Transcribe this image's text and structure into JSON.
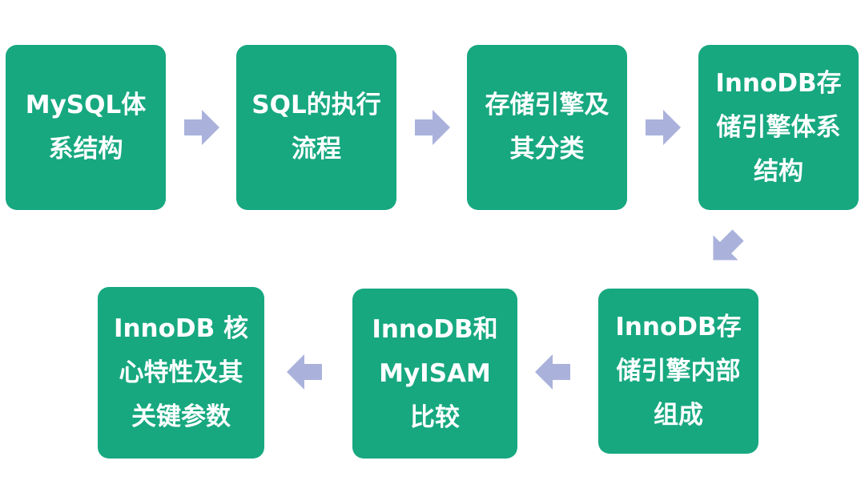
{
  "colors": {
    "box_fill": "#17a880",
    "box_text": "#ffffff",
    "arrow_fill": "#aab2dc"
  },
  "steps": [
    {
      "label": "MySQL体\n系结构"
    },
    {
      "label": "SQL的执行\n流程"
    },
    {
      "label": "存储引擎及\n其分类"
    },
    {
      "label": "InnoDB存\n储引擎体系\n结构"
    },
    {
      "label": "InnoDB存\n储引擎内部\n组成"
    },
    {
      "label": "InnoDB和\nMyISAM\n比较"
    },
    {
      "label": "InnoDB 核\n心特性及其\n关键参数"
    }
  ],
  "arrows": [
    {
      "direction": "right",
      "icon": "arrow-right-icon"
    },
    {
      "direction": "right",
      "icon": "arrow-right-icon"
    },
    {
      "direction": "right",
      "icon": "arrow-right-icon"
    },
    {
      "direction": "down-left",
      "icon": "arrow-down-left-icon"
    },
    {
      "direction": "left",
      "icon": "arrow-left-icon"
    },
    {
      "direction": "left",
      "icon": "arrow-left-icon"
    }
  ]
}
